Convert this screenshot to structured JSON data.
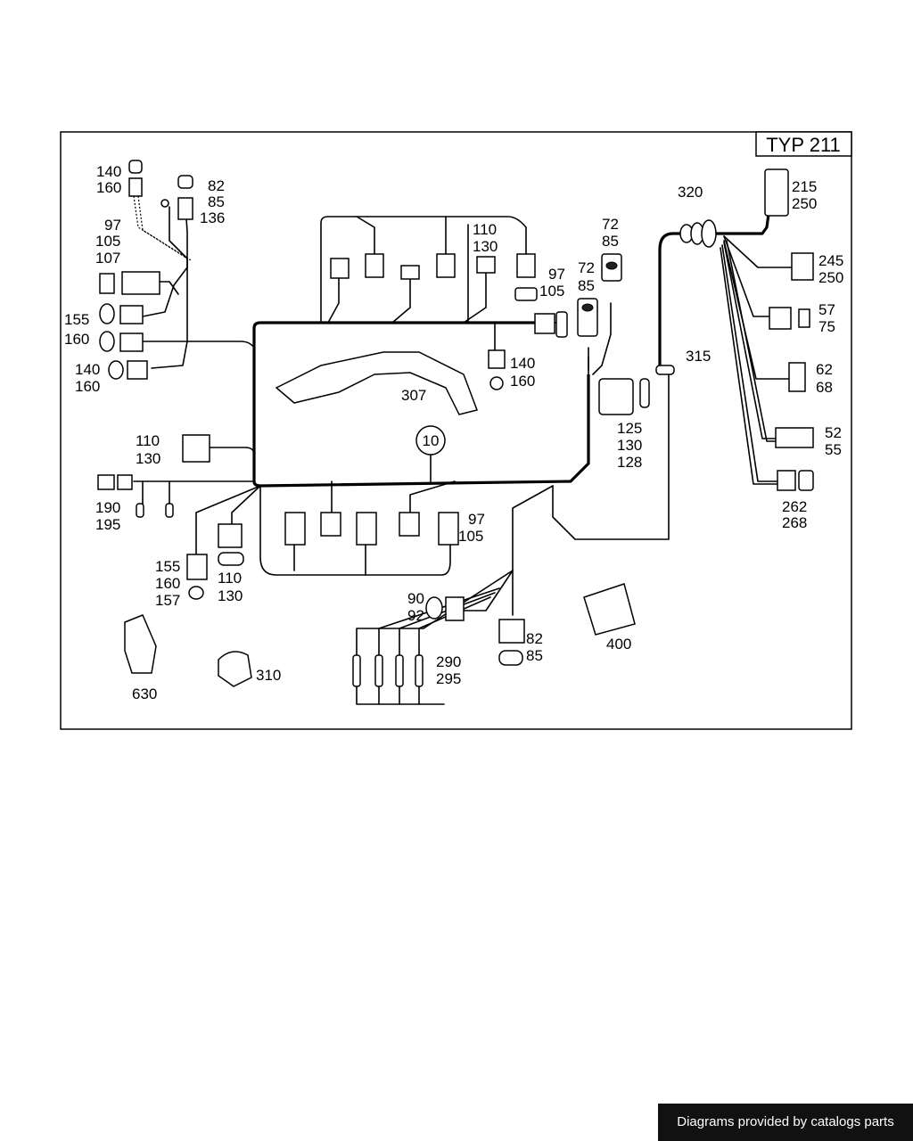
{
  "type_box": "TYP 211",
  "footer": "Diagrams provided by catalogs parts",
  "labels": {
    "l140_160_a": [
      "140",
      "160"
    ],
    "l82_85_136": [
      "82",
      "85",
      "136"
    ],
    "l97_105_107": [
      "97",
      "105",
      "107"
    ],
    "l155_160_a": [
      "155",
      "160"
    ],
    "l140_160_b": [
      "140",
      "160"
    ],
    "l110_130_a": [
      "110",
      "130"
    ],
    "l190_195": [
      "190",
      "195"
    ],
    "l155_160_157": [
      "155",
      "160",
      "157"
    ],
    "l110_130_b": [
      "110",
      "130"
    ],
    "l630": "630",
    "l310": "310",
    "l307": "307",
    "l10": "10",
    "l110_130_top": [
      "110",
      "130"
    ],
    "l97_105_top": [
      "97",
      "105"
    ],
    "l140_160_mid": [
      "140",
      "160"
    ],
    "l72_85_a": [
      "72",
      "85"
    ],
    "l72_85_b": [
      "72",
      "85"
    ],
    "l125_130_128": [
      "125",
      "130",
      "128"
    ],
    "l97_105_bot": [
      "97",
      "105"
    ],
    "l90_92": [
      "90",
      "92"
    ],
    "l82_85_bot": [
      "82",
      "85"
    ],
    "l290_295": [
      "290",
      "295"
    ],
    "l400": "400",
    "l320": "320",
    "l315": "315",
    "l215_250": [
      "215",
      "250"
    ],
    "l245_250": [
      "245",
      "250"
    ],
    "l57_75": [
      "57",
      "75"
    ],
    "l62_68": [
      "62",
      "68"
    ],
    "l52_55": [
      "52",
      "55"
    ],
    "l262_268": [
      "262",
      "268"
    ]
  }
}
